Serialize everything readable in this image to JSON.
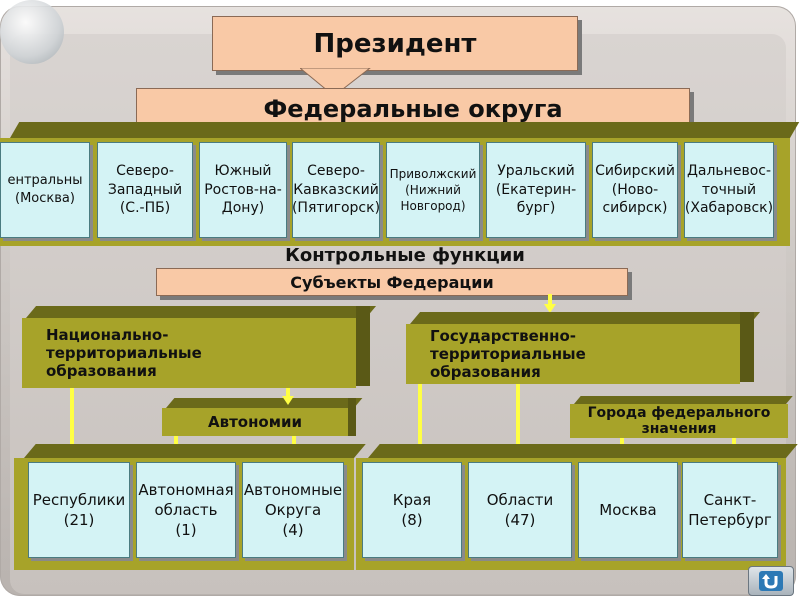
{
  "president": "Президент",
  "federal_districts": {
    "title": "Федеральные округа",
    "districts": [
      "ентральны (Москва)",
      "Северо-Западный (С.-ПБ)",
      "Южный Ростов-на-Дону)",
      "Северо-Кавказский (Пятигорск)",
      "Приволжский (Нижний Новгород)",
      "Уральский (Екатерин-бург)",
      "Сибирский (Ново-сибирск)",
      "Дальневос-точный (Хабаровск)"
    ]
  },
  "control_functions": "Контрольные функции",
  "subjects": "Субъекты Федерации",
  "national": "Национально-территориальные образования",
  "state": "Государственно-территориальные образования",
  "autonomies": "Автономии",
  "cities_federal": "Города федерального значения",
  "bottom_cells": [
    {
      "line1": "Республики",
      "line2": "(21)"
    },
    {
      "line1": "Автономная область",
      "line2": "(1)"
    },
    {
      "line1": "Автономные Округа",
      "line2": "(4)"
    },
    {
      "line1": "Края",
      "line2": "(8)"
    },
    {
      "line1": "Области",
      "line2": "(47)"
    },
    {
      "line1": "Москва",
      "line2": ""
    },
    {
      "line1": "Санкт-Петербург",
      "line2": ""
    }
  ],
  "nav_button_icon": "return-arrow-icon",
  "colors": {
    "salmon": "#f9c9a6",
    "olive": "#a7a329",
    "cell": "#d4f3f5",
    "arrow": "#ffff44"
  }
}
